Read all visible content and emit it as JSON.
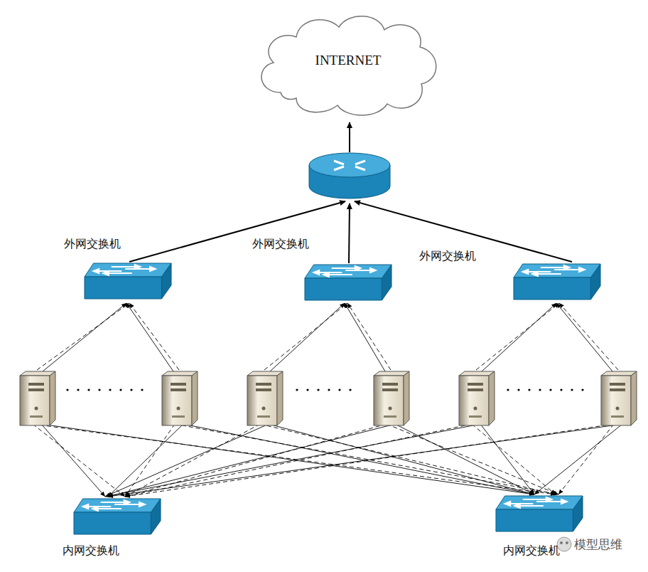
{
  "diagram": {
    "nodes": [
      {
        "text": [
          "INTERNET"
        ]
      },
      {
        "text": [
          "外网交换机"
        ]
      },
      {
        "text": [
          "外网交换机"
        ]
      },
      {
        "text": [
          "外网交换机"
        ]
      },
      {
        "text": [
          "内网交换机"
        ]
      },
      {
        "text": [
          "内网交换机"
        ]
      }
    ],
    "labels": [
      "模型思维"
    ]
  }
}
